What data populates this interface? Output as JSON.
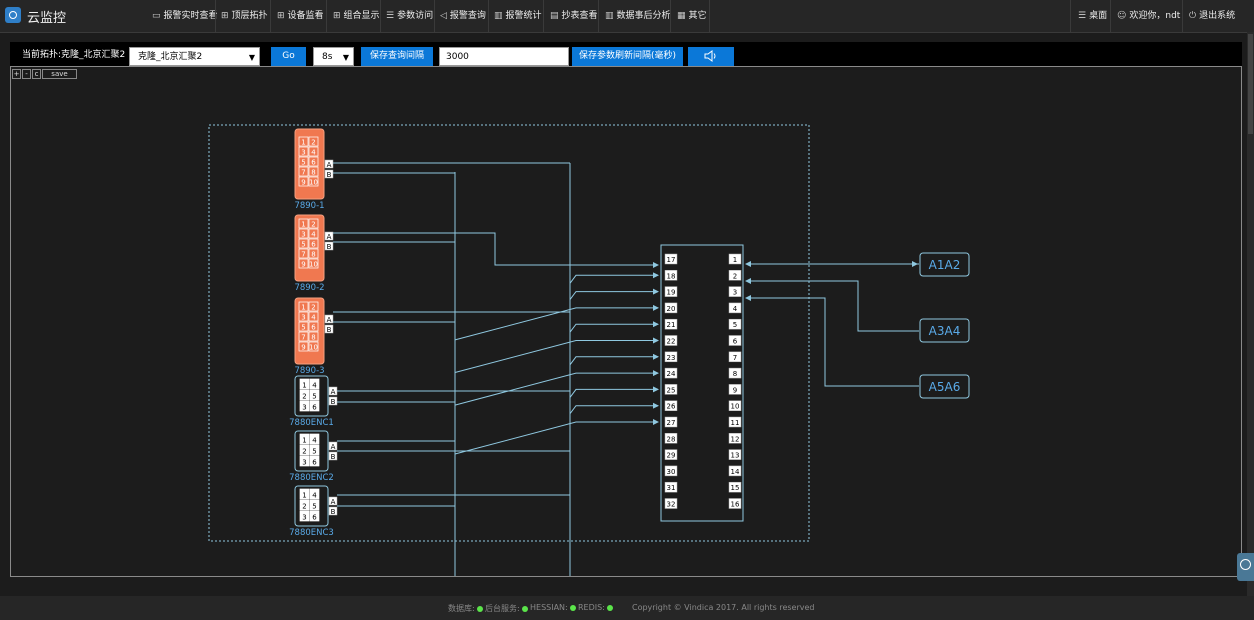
{
  "app": {
    "title": "云监控"
  },
  "nav": [
    {
      "label": "报警实时查看",
      "icon": "monitor-icon"
    },
    {
      "label": "顶层拓扑",
      "icon": "grid-icon"
    },
    {
      "label": "设备监看",
      "icon": "grid-icon"
    },
    {
      "label": "组合显示",
      "icon": "grid-icon"
    },
    {
      "label": "参数访问",
      "icon": "list-icon"
    },
    {
      "label": "报警查询",
      "icon": "speaker-icon"
    },
    {
      "label": "报警统计",
      "icon": "chart-icon"
    },
    {
      "label": "抄表查看",
      "icon": "calendar-icon"
    },
    {
      "label": "数据事后分析",
      "icon": "chart-icon"
    },
    {
      "label": "其它",
      "icon": "apps-icon"
    }
  ],
  "right_nav": [
    {
      "label": "桌面",
      "icon": "list-icon"
    },
    {
      "label": "欢迎你，ndt",
      "icon": "user-icon"
    },
    {
      "label": "退出系统",
      "icon": "power-icon"
    }
  ],
  "toolbar": {
    "current_label": "当前拓扑:克隆_北京汇聚2",
    "topology_select": "克隆_北京汇聚2",
    "go_label": "Go",
    "interval_select": "8s",
    "save_interval_label": "保存查询间隔",
    "refresh_value": "3000",
    "save_refresh_label": "保存参数刷新间隔(毫秒)"
  },
  "zoom": {
    "plus": "+",
    "minus": "-",
    "reset": "c",
    "save": "save"
  },
  "diagram": {
    "devices": [
      {
        "name": "7890-1",
        "style": "orange",
        "ports": [
          "1",
          "2",
          "3",
          "4",
          "5",
          "6",
          "7",
          "8",
          "9",
          "10"
        ]
      },
      {
        "name": "7890-2",
        "style": "orange",
        "ports": [
          "1",
          "2",
          "3",
          "4",
          "5",
          "6",
          "7",
          "8",
          "9",
          "10"
        ]
      },
      {
        "name": "7890-3",
        "style": "orange",
        "ports": [
          "1",
          "2",
          "3",
          "4",
          "5",
          "6",
          "7",
          "8",
          "9",
          "10"
        ]
      },
      {
        "name": "7880ENC1",
        "style": "dark",
        "ports": [
          "1",
          "4",
          "2",
          "5",
          "3",
          "6"
        ]
      },
      {
        "name": "7880ENC2",
        "style": "dark",
        "ports": [
          "1",
          "4",
          "2",
          "5",
          "3",
          "6"
        ]
      },
      {
        "name": "7880ENC3",
        "style": "dark",
        "ports": [
          "1",
          "4",
          "2",
          "5",
          "3",
          "6"
        ]
      }
    ],
    "io_labels": [
      "A",
      "B"
    ],
    "matrix_left": [
      "17",
      "18",
      "19",
      "20",
      "21",
      "22",
      "23",
      "24",
      "25",
      "26",
      "27",
      "28",
      "29",
      "30",
      "31",
      "32"
    ],
    "matrix_right": [
      "1",
      "2",
      "3",
      "4",
      "5",
      "6",
      "7",
      "8",
      "9",
      "10",
      "11",
      "12",
      "13",
      "14",
      "15",
      "16"
    ],
    "targets": [
      "A1A2",
      "A3A4",
      "A5A6"
    ]
  },
  "colors": {
    "line": "#8fc8e0",
    "accent": "#0b78d8",
    "device_orange": "#f07850",
    "label_blue": "#5aaae8"
  },
  "footer": {
    "db_label": "数据库:",
    "bg_label": "后台服务:",
    "hessian_label": "HESSIAN:",
    "redis_label": "REDIS:",
    "copyright": "Copyright © Vindica 2017. All rights reserved"
  }
}
